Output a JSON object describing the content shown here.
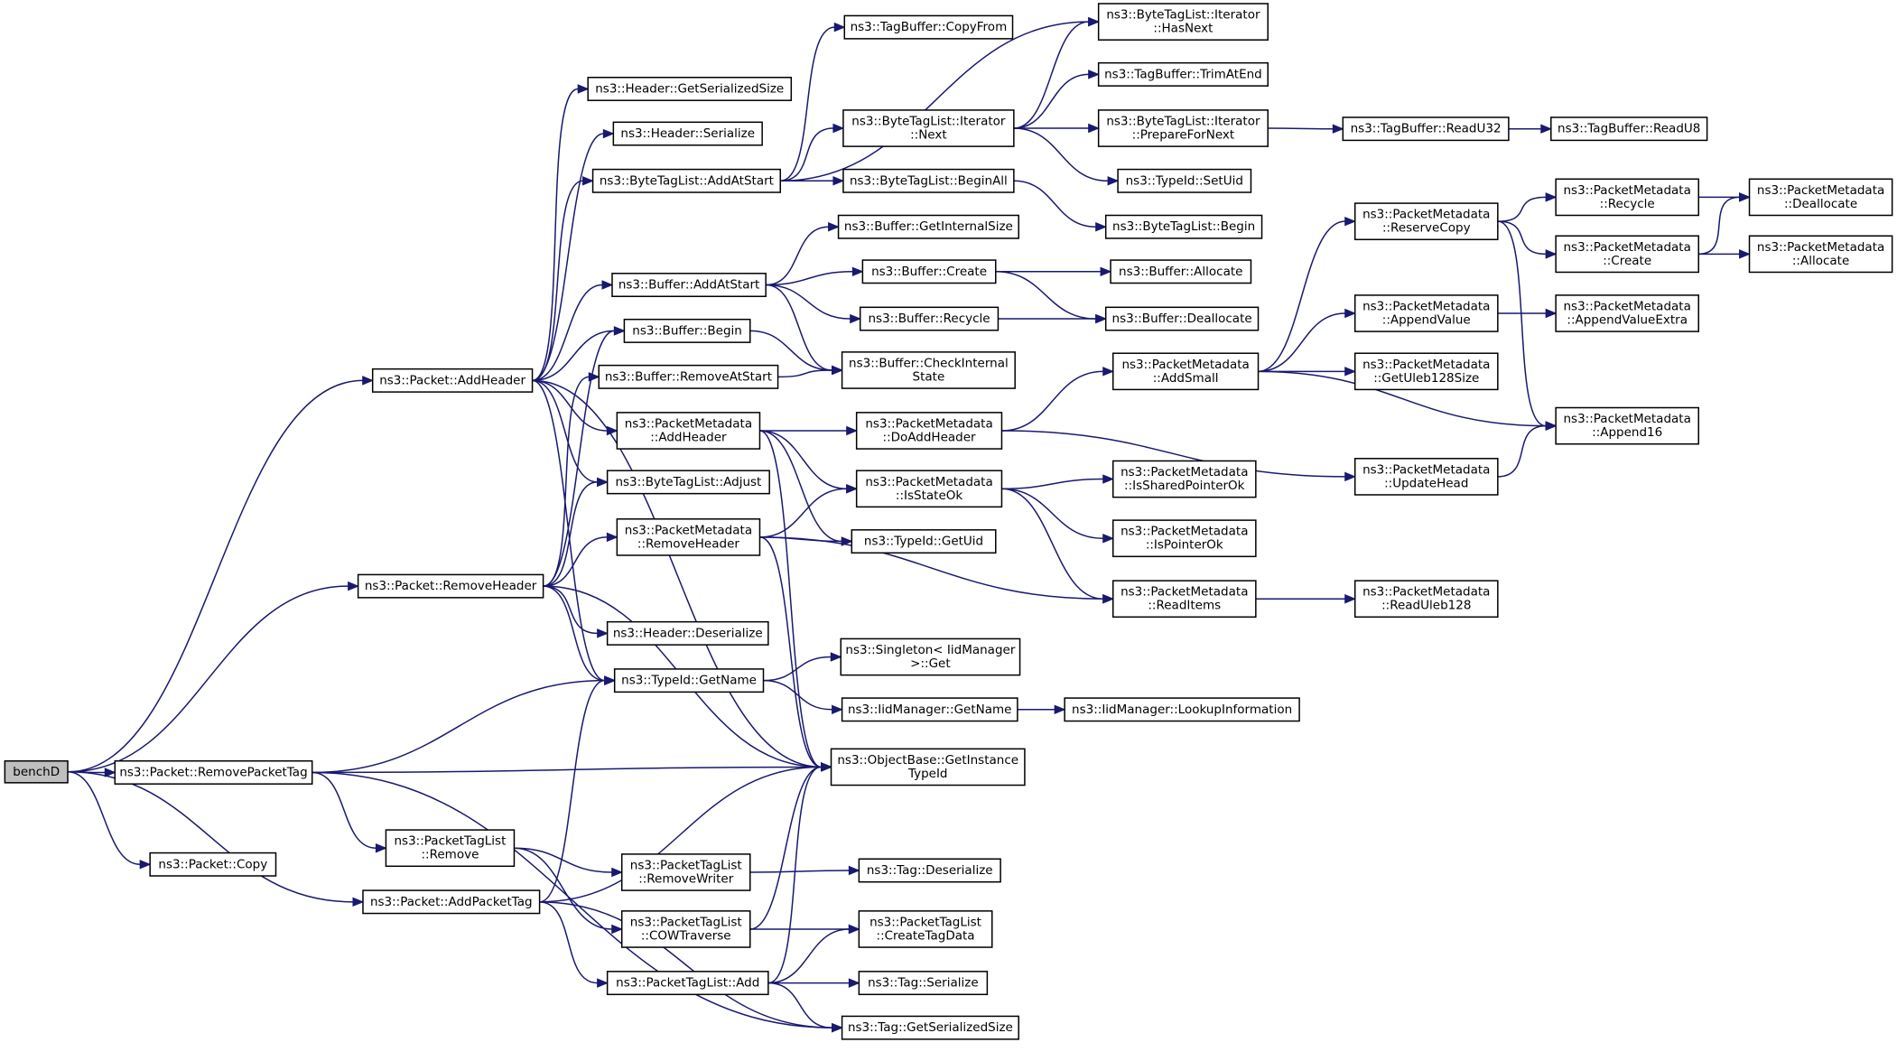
{
  "diagram": {
    "type": "call-graph",
    "colors": {
      "edge": "#191970",
      "root_fill": "#bfbfbf",
      "node_border": "#000000"
    },
    "nodes": [
      {
        "id": "benchD",
        "lines": [
          "benchD"
        ],
        "root": true
      },
      {
        "id": "addHeader",
        "lines": [
          "ns3::Packet::AddHeader"
        ]
      },
      {
        "id": "removeHeader",
        "lines": [
          "ns3::Packet::RemoveHeader"
        ]
      },
      {
        "id": "removePacketTag",
        "lines": [
          "ns3::Packet::RemovePacketTag"
        ]
      },
      {
        "id": "copy",
        "lines": [
          "ns3::Packet::Copy"
        ]
      },
      {
        "id": "addPacketTag",
        "lines": [
          "ns3::Packet::AddPacketTag"
        ]
      },
      {
        "id": "hdrGetSerSize",
        "lines": [
          "ns3::Header::GetSerializedSize"
        ]
      },
      {
        "id": "hdrSerialize",
        "lines": [
          "ns3::Header::Serialize"
        ]
      },
      {
        "id": "btlAddAtStart",
        "lines": [
          "ns3::ByteTagList::AddAtStart"
        ]
      },
      {
        "id": "bufAddAtStart",
        "lines": [
          "ns3::Buffer::AddAtStart"
        ]
      },
      {
        "id": "bufBegin",
        "lines": [
          "ns3::Buffer::Begin"
        ]
      },
      {
        "id": "bufRemoveAtStart",
        "lines": [
          "ns3::Buffer::RemoveAtStart"
        ]
      },
      {
        "id": "pmAddHeader",
        "lines": [
          "ns3::PacketMetadata",
          "::AddHeader"
        ]
      },
      {
        "id": "btlAdjust",
        "lines": [
          "ns3::ByteTagList::Adjust"
        ]
      },
      {
        "id": "pmRemoveHeader",
        "lines": [
          "ns3::PacketMetadata",
          "::RemoveHeader"
        ]
      },
      {
        "id": "hdrDeserialize",
        "lines": [
          "ns3::Header::Deserialize"
        ]
      },
      {
        "id": "typeIdGetName",
        "lines": [
          "ns3::TypeId::GetName"
        ]
      },
      {
        "id": "ptlRemove",
        "lines": [
          "ns3::PacketTagList",
          "::Remove"
        ]
      },
      {
        "id": "ptlRemoveWriter",
        "lines": [
          "ns3::PacketTagList",
          "::RemoveWriter"
        ]
      },
      {
        "id": "ptlCOWTraverse",
        "lines": [
          "ns3::PacketTagList",
          "::COWTraverse"
        ]
      },
      {
        "id": "ptlAdd",
        "lines": [
          "ns3::PacketTagList::Add"
        ]
      },
      {
        "id": "tbCopyFrom",
        "lines": [
          "ns3::TagBuffer::CopyFrom"
        ]
      },
      {
        "id": "btlItNext",
        "lines": [
          "ns3::ByteTagList::Iterator",
          "::Next"
        ]
      },
      {
        "id": "btlBeginAll",
        "lines": [
          "ns3::ByteTagList::BeginAll"
        ]
      },
      {
        "id": "bufGetInternalSize",
        "lines": [
          "ns3::Buffer::GetInternalSize"
        ]
      },
      {
        "id": "bufCreate",
        "lines": [
          "ns3::Buffer::Create"
        ]
      },
      {
        "id": "bufRecycle",
        "lines": [
          "ns3::Buffer::Recycle"
        ]
      },
      {
        "id": "bufCheckInternal",
        "lines": [
          "ns3::Buffer::CheckInternal",
          "State"
        ]
      },
      {
        "id": "pmDoAddHeader",
        "lines": [
          "ns3::PacketMetadata",
          "::DoAddHeader"
        ]
      },
      {
        "id": "pmIsStateOk",
        "lines": [
          "ns3::PacketMetadata",
          "::IsStateOk"
        ]
      },
      {
        "id": "typeIdGetUid",
        "lines": [
          "ns3::TypeId::GetUid"
        ]
      },
      {
        "id": "singletonGet",
        "lines": [
          "ns3::Singleton< IidManager",
          ">::Get"
        ]
      },
      {
        "id": "iidGetName",
        "lines": [
          "ns3::IidManager::GetName"
        ]
      },
      {
        "id": "objGetInstanceTypeId",
        "lines": [
          "ns3::ObjectBase::GetInstance",
          "TypeId"
        ]
      },
      {
        "id": "tagDeserialize",
        "lines": [
          "ns3::Tag::Deserialize"
        ]
      },
      {
        "id": "ptlCreateTagData",
        "lines": [
          "ns3::PacketTagList",
          "::CreateTagData"
        ]
      },
      {
        "id": "tagSerialize",
        "lines": [
          "ns3::Tag::Serialize"
        ]
      },
      {
        "id": "tagGetSerSize",
        "lines": [
          "ns3::Tag::GetSerializedSize"
        ]
      },
      {
        "id": "btlItHasNext",
        "lines": [
          "ns3::ByteTagList::Iterator",
          "::HasNext"
        ]
      },
      {
        "id": "tbTrimAtEnd",
        "lines": [
          "ns3::TagBuffer::TrimAtEnd"
        ]
      },
      {
        "id": "btlItPrepare",
        "lines": [
          "ns3::ByteTagList::Iterator",
          "::PrepareForNext"
        ]
      },
      {
        "id": "typeIdSetUid",
        "lines": [
          "ns3::TypeId::SetUid"
        ]
      },
      {
        "id": "btlBegin",
        "lines": [
          "ns3::ByteTagList::Begin"
        ]
      },
      {
        "id": "bufAllocate",
        "lines": [
          "ns3::Buffer::Allocate"
        ]
      },
      {
        "id": "bufDeallocate",
        "lines": [
          "ns3::Buffer::Deallocate"
        ]
      },
      {
        "id": "pmAddSmall",
        "lines": [
          "ns3::PacketMetadata",
          "::AddSmall"
        ]
      },
      {
        "id": "pmIsSharedPtrOk",
        "lines": [
          "ns3::PacketMetadata",
          "::IsSharedPointerOk"
        ]
      },
      {
        "id": "pmIsPointerOk",
        "lines": [
          "ns3::PacketMetadata",
          "::IsPointerOk"
        ]
      },
      {
        "id": "pmReadItems",
        "lines": [
          "ns3::PacketMetadata",
          "::ReadItems"
        ]
      },
      {
        "id": "iidLookup",
        "lines": [
          "ns3::IidManager::LookupInformation"
        ]
      },
      {
        "id": "tbReadU32",
        "lines": [
          "ns3::TagBuffer::ReadU32"
        ]
      },
      {
        "id": "pmReserveCopy",
        "lines": [
          "ns3::PacketMetadata",
          "::ReserveCopy"
        ]
      },
      {
        "id": "pmAppendValue",
        "lines": [
          "ns3::PacketMetadata",
          "::AppendValue"
        ]
      },
      {
        "id": "pmGetUleb128Size",
        "lines": [
          "ns3::PacketMetadata",
          "::GetUleb128Size"
        ]
      },
      {
        "id": "pmUpdateHead",
        "lines": [
          "ns3::PacketMetadata",
          "::UpdateHead"
        ]
      },
      {
        "id": "pmReadUleb128",
        "lines": [
          "ns3::PacketMetadata",
          "::ReadUleb128"
        ]
      },
      {
        "id": "tbReadU8",
        "lines": [
          "ns3::TagBuffer::ReadU8"
        ]
      },
      {
        "id": "pmRecycle",
        "lines": [
          "ns3::PacketMetadata",
          "::Recycle"
        ]
      },
      {
        "id": "pmCreate",
        "lines": [
          "ns3::PacketMetadata",
          "::Create"
        ]
      },
      {
        "id": "pmAppendValueExtra",
        "lines": [
          "ns3::PacketMetadata",
          "::AppendValueExtra"
        ]
      },
      {
        "id": "pmAppend16",
        "lines": [
          "ns3::PacketMetadata",
          "::Append16"
        ]
      },
      {
        "id": "pmDeallocate",
        "lines": [
          "ns3::PacketMetadata",
          "::Deallocate"
        ]
      },
      {
        "id": "pmAllocate",
        "lines": [
          "ns3::PacketMetadata",
          "::Allocate"
        ]
      }
    ],
    "edges": [
      [
        "benchD",
        "addHeader"
      ],
      [
        "benchD",
        "removeHeader"
      ],
      [
        "benchD",
        "removePacketTag"
      ],
      [
        "benchD",
        "copy"
      ],
      [
        "benchD",
        "addPacketTag"
      ],
      [
        "addHeader",
        "hdrGetSerSize"
      ],
      [
        "addHeader",
        "hdrSerialize"
      ],
      [
        "addHeader",
        "btlAddAtStart"
      ],
      [
        "addHeader",
        "bufAddAtStart"
      ],
      [
        "addHeader",
        "bufBegin"
      ],
      [
        "addHeader",
        "pmAddHeader"
      ],
      [
        "addHeader",
        "btlAdjust"
      ],
      [
        "addHeader",
        "typeIdGetName"
      ],
      [
        "addHeader",
        "objGetInstanceTypeId"
      ],
      [
        "removeHeader",
        "bufBegin"
      ],
      [
        "removeHeader",
        "bufRemoveAtStart"
      ],
      [
        "removeHeader",
        "btlAdjust"
      ],
      [
        "removeHeader",
        "pmRemoveHeader"
      ],
      [
        "removeHeader",
        "hdrDeserialize"
      ],
      [
        "removeHeader",
        "typeIdGetName"
      ],
      [
        "removeHeader",
        "objGetInstanceTypeId"
      ],
      [
        "removePacketTag",
        "typeIdGetName"
      ],
      [
        "removePacketTag",
        "objGetInstanceTypeId"
      ],
      [
        "removePacketTag",
        "ptlRemove"
      ],
      [
        "removePacketTag",
        "tagGetSerSize"
      ],
      [
        "addPacketTag",
        "typeIdGetName"
      ],
      [
        "addPacketTag",
        "objGetInstanceTypeId"
      ],
      [
        "addPacketTag",
        "ptlAdd"
      ],
      [
        "addPacketTag",
        "tagGetSerSize"
      ],
      [
        "btlAddAtStart",
        "tbCopyFrom"
      ],
      [
        "btlAddAtStart",
        "btlItHasNext"
      ],
      [
        "btlAddAtStart",
        "btlItNext"
      ],
      [
        "btlAddAtStart",
        "btlBeginAll"
      ],
      [
        "btlItNext",
        "btlItHasNext"
      ],
      [
        "btlItNext",
        "tbTrimAtEnd"
      ],
      [
        "btlItNext",
        "btlItPrepare"
      ],
      [
        "btlItNext",
        "typeIdSetUid"
      ],
      [
        "btlItPrepare",
        "tbReadU32"
      ],
      [
        "tbReadU32",
        "tbReadU8"
      ],
      [
        "btlBeginAll",
        "btlBegin"
      ],
      [
        "bufAddAtStart",
        "bufGetInternalSize"
      ],
      [
        "bufAddAtStart",
        "bufCreate"
      ],
      [
        "bufAddAtStart",
        "bufRecycle"
      ],
      [
        "bufAddAtStart",
        "bufCheckInternal"
      ],
      [
        "bufCreate",
        "bufAllocate"
      ],
      [
        "bufCreate",
        "bufDeallocate"
      ],
      [
        "bufRecycle",
        "bufDeallocate"
      ],
      [
        "bufBegin",
        "bufCheckInternal"
      ],
      [
        "bufRemoveAtStart",
        "bufCheckInternal"
      ],
      [
        "pmAddHeader",
        "pmDoAddHeader"
      ],
      [
        "pmAddHeader",
        "pmIsStateOk"
      ],
      [
        "pmAddHeader",
        "typeIdGetUid"
      ],
      [
        "pmAddHeader",
        "objGetInstanceTypeId"
      ],
      [
        "pmDoAddHeader",
        "pmAddSmall"
      ],
      [
        "pmDoAddHeader",
        "pmUpdateHead"
      ],
      [
        "pmRemoveHeader",
        "pmIsStateOk"
      ],
      [
        "pmRemoveHeader",
        "typeIdGetUid"
      ],
      [
        "pmRemoveHeader",
        "pmReadItems"
      ],
      [
        "pmRemoveHeader",
        "objGetInstanceTypeId"
      ],
      [
        "pmIsStateOk",
        "pmIsSharedPtrOk"
      ],
      [
        "pmIsStateOk",
        "pmIsPointerOk"
      ],
      [
        "pmIsStateOk",
        "pmReadItems"
      ],
      [
        "pmReadItems",
        "pmReadUleb128"
      ],
      [
        "pmAddSmall",
        "pmReserveCopy"
      ],
      [
        "pmAddSmall",
        "pmAppendValue"
      ],
      [
        "pmAddSmall",
        "pmGetUleb128Size"
      ],
      [
        "pmAddSmall",
        "pmAppend16"
      ],
      [
        "pmReserveCopy",
        "pmRecycle"
      ],
      [
        "pmReserveCopy",
        "pmCreate"
      ],
      [
        "pmReserveCopy",
        "pmAppend16"
      ],
      [
        "pmRecycle",
        "pmDeallocate"
      ],
      [
        "pmCreate",
        "pmDeallocate"
      ],
      [
        "pmCreate",
        "pmAllocate"
      ],
      [
        "pmAppendValue",
        "pmAppendValueExtra"
      ],
      [
        "pmUpdateHead",
        "pmAppend16"
      ],
      [
        "typeIdGetName",
        "singletonGet"
      ],
      [
        "typeIdGetName",
        "iidGetName"
      ],
      [
        "iidGetName",
        "iidLookup"
      ],
      [
        "ptlRemove",
        "ptlRemoveWriter"
      ],
      [
        "ptlRemove",
        "ptlCOWTraverse"
      ],
      [
        "ptlRemoveWriter",
        "tagDeserialize"
      ],
      [
        "ptlCOWTraverse",
        "objGetInstanceTypeId"
      ],
      [
        "ptlCOWTraverse",
        "ptlCreateTagData"
      ],
      [
        "ptlAdd",
        "objGetInstanceTypeId"
      ],
      [
        "ptlAdd",
        "ptlCreateTagData"
      ],
      [
        "ptlAdd",
        "tagSerialize"
      ],
      [
        "ptlAdd",
        "tagGetSerSize"
      ]
    ]
  }
}
